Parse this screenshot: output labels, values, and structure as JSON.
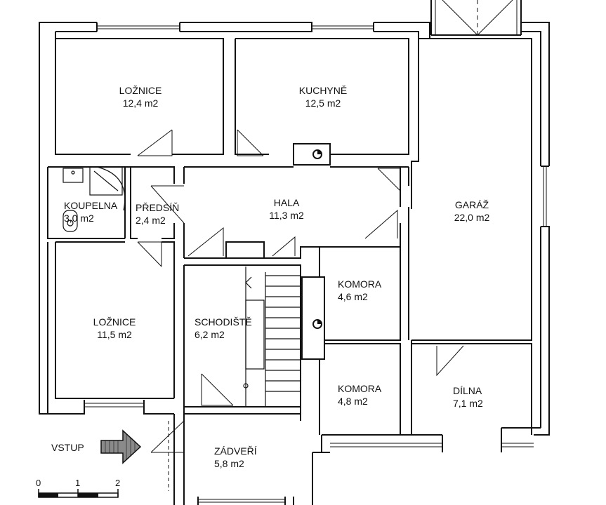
{
  "plan": {
    "rooms": [
      {
        "id": "loznice-top",
        "name": "LOŽNICE",
        "area": "12,4 m2"
      },
      {
        "id": "kuchyne",
        "name": "KUCHYNĚ",
        "area": "12,5 m2"
      },
      {
        "id": "koupelna",
        "name": "KOUPELNA",
        "area": "3,0 m2"
      },
      {
        "id": "predsin",
        "name": "PŘEDSÍŇ",
        "area": "2,4 m2"
      },
      {
        "id": "hala",
        "name": "HALA",
        "area": "11,3 m2"
      },
      {
        "id": "garaz",
        "name": "GARÁŽ",
        "area": "22,0 m2"
      },
      {
        "id": "komora-1",
        "name": "KOMORA",
        "area": "4,6 m2"
      },
      {
        "id": "loznice-bottom",
        "name": "LOŽNICE",
        "area": "11,5 m2"
      },
      {
        "id": "schodiste",
        "name": "SCHODIŠTĚ",
        "area": "6,2 m2"
      },
      {
        "id": "komora-2",
        "name": "KOMORA",
        "area": "4,8 m2"
      },
      {
        "id": "dilna",
        "name": "DÍLNA",
        "area": "7,1 m2"
      },
      {
        "id": "zadveri",
        "name": "ZÁDVEŘÍ",
        "area": "5,8 m2"
      }
    ],
    "entrance": "VSTUP",
    "scale_labels": [
      "0",
      "1",
      "2"
    ],
    "colors": {
      "wall": "#111111",
      "background": "#ffffff",
      "arrow_fill": "#555555"
    }
  }
}
